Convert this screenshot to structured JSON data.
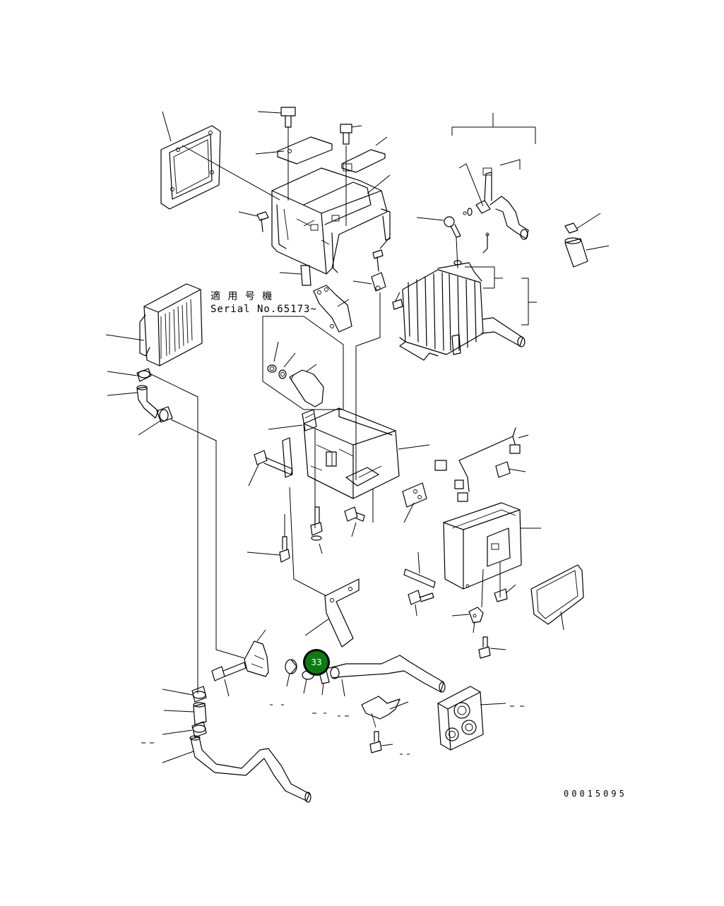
{
  "diagram": {
    "note_line1": "適 用 号 機",
    "note_line2": "Serial No.65173~",
    "drawing_number": "00015095",
    "callout": {
      "label": "33",
      "color": "#0a7d12",
      "ring_color": "#000000"
    }
  }
}
